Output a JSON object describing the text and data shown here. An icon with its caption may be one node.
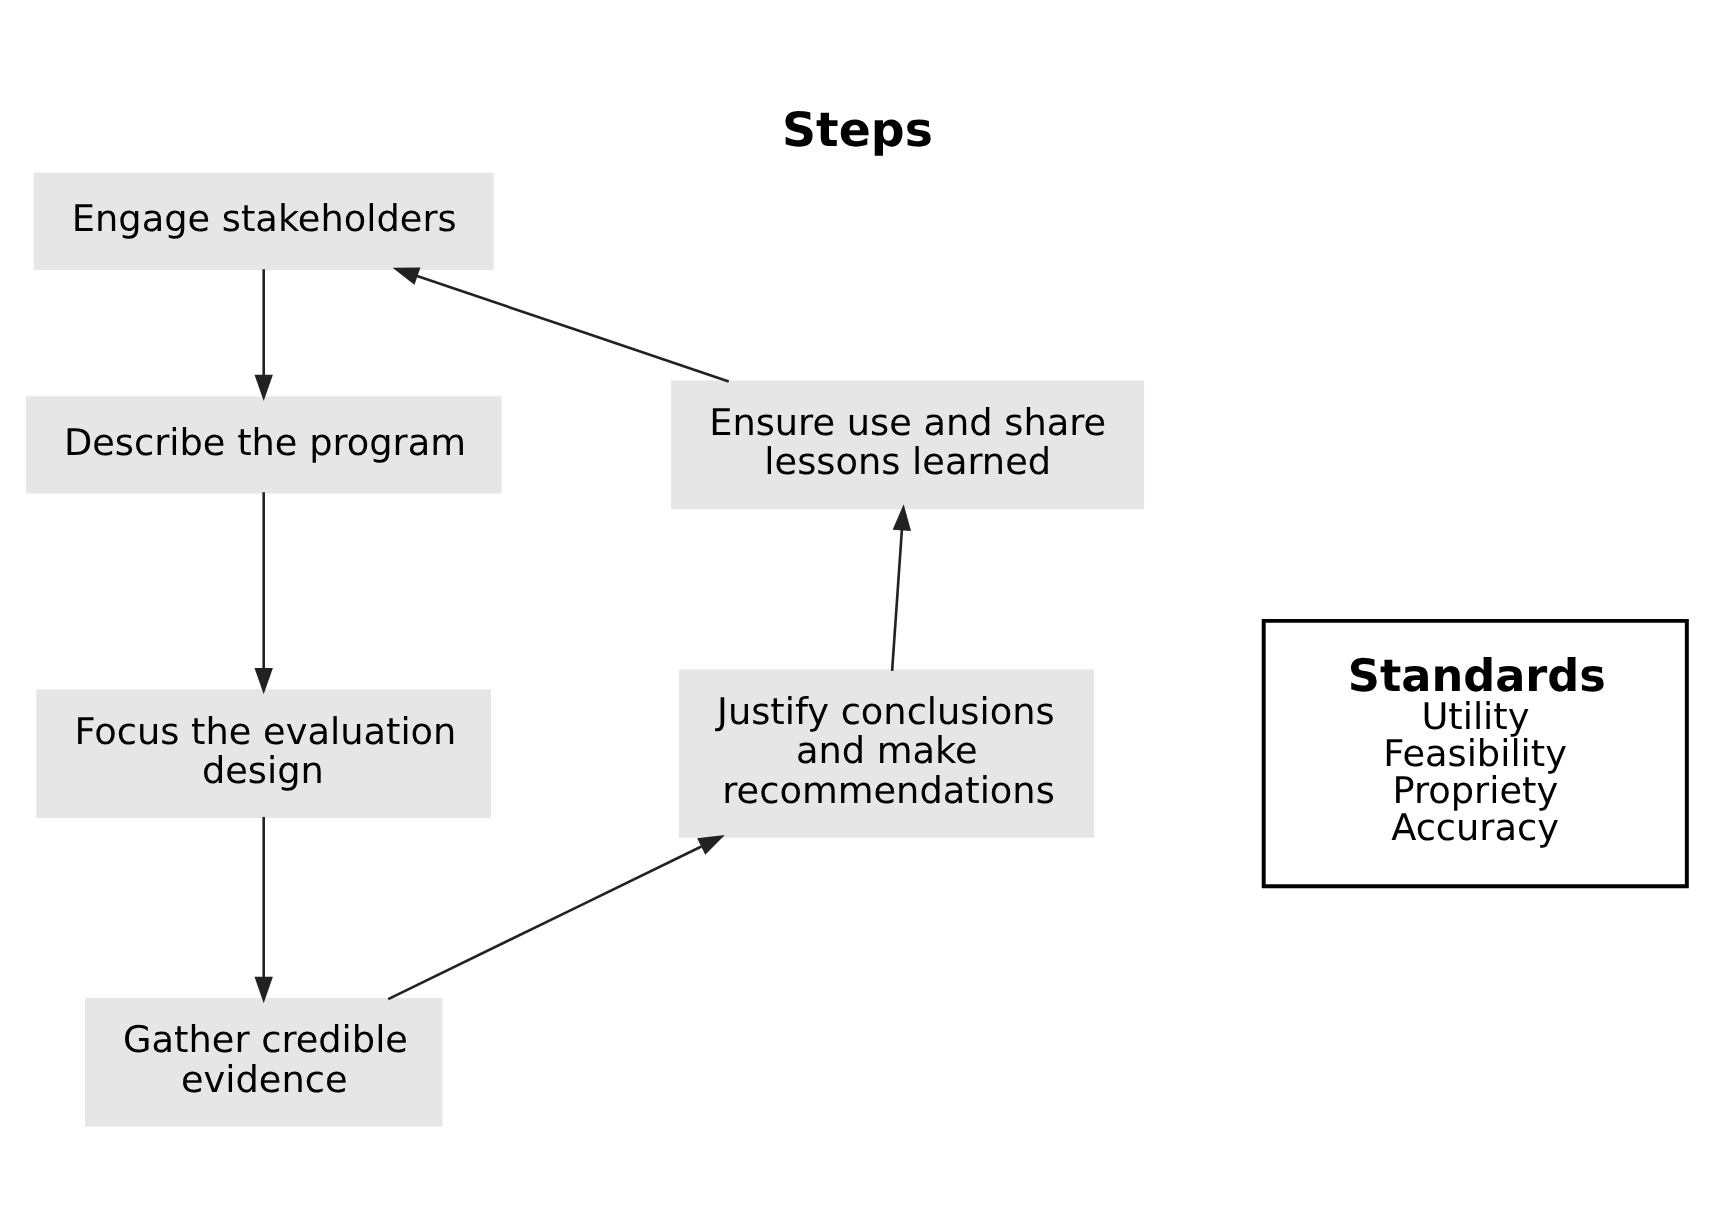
{
  "diagram": {
    "title": "Steps",
    "nodes": [
      {
        "text": [
          "Engage stakeholders"
        ]
      },
      {
        "text": [
          "Describe the program"
        ]
      },
      {
        "text": [
          "Focus the evaluation design"
        ]
      },
      {
        "text": [
          "Gather credible evidence"
        ]
      },
      {
        "text": [
          "Justify conclusions and make recommendations"
        ]
      },
      {
        "text": [
          "Ensure use and share lessons learned"
        ]
      },
      {
        "text": [
          "Standards",
          "Utility Feasibility Propriety Accuracy"
        ]
      }
    ],
    "edges": [
      {
        "from": 0,
        "to": 1,
        "arrow": "to"
      },
      {
        "from": 1,
        "to": 2,
        "arrow": "to"
      },
      {
        "from": 2,
        "to": 3,
        "arrow": "to"
      },
      {
        "from": 3,
        "to": 4,
        "arrow": "to"
      },
      {
        "from": 4,
        "to": 5,
        "arrow": "to"
      },
      {
        "from": 5,
        "to": 0,
        "arrow": "to"
      }
    ]
  }
}
